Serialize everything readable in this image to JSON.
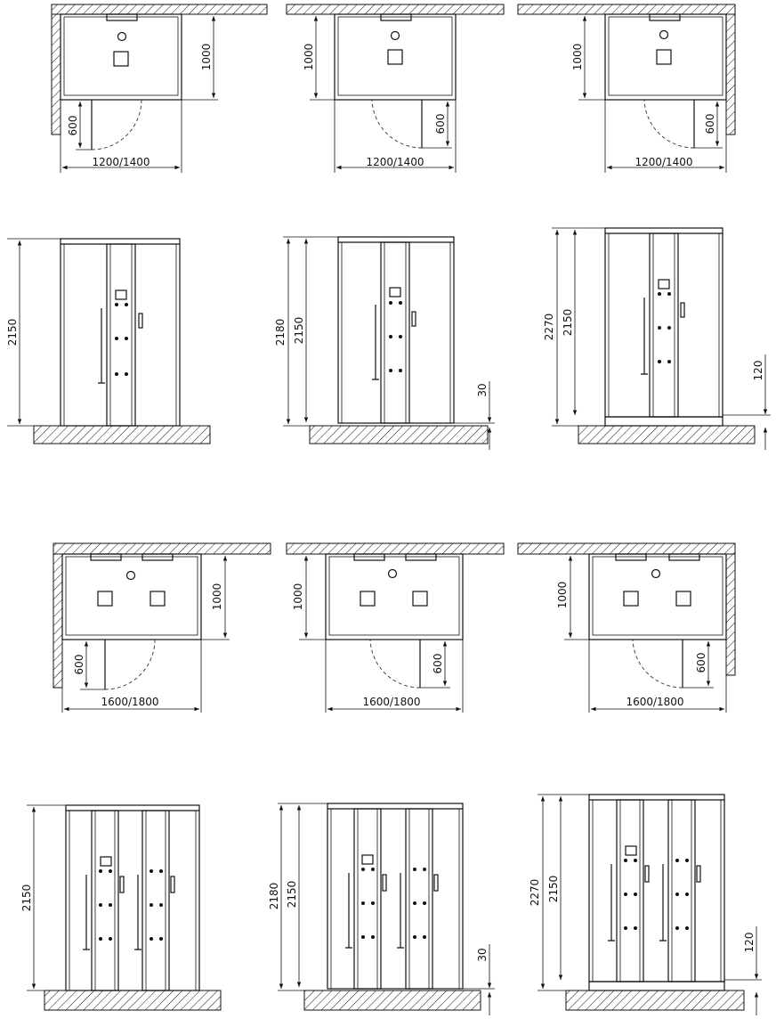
{
  "plans": [
    {
      "width": "1200/1400",
      "depth": "1000",
      "door": "600"
    },
    {
      "width": "1200/1400",
      "depth": "1000",
      "door": "600"
    },
    {
      "width": "1200/1400",
      "depth": "1000",
      "door": "600"
    },
    {
      "width": "1600/1800",
      "depth": "1000",
      "door": "600"
    },
    {
      "width": "1600/1800",
      "depth": "1000",
      "door": "600"
    },
    {
      "width": "1600/1800",
      "depth": "1000",
      "door": "600"
    }
  ],
  "elevations": [
    {
      "heights": [
        "2150"
      ]
    },
    {
      "heights": [
        "2180",
        "2150"
      ],
      "base": "30"
    },
    {
      "heights": [
        "2270",
        "2150"
      ],
      "base": "120"
    },
    {
      "heights": [
        "2150"
      ]
    },
    {
      "heights": [
        "2180",
        "2150"
      ],
      "base": "30"
    },
    {
      "heights": [
        "2270",
        "2150"
      ],
      "base": "120"
    }
  ]
}
